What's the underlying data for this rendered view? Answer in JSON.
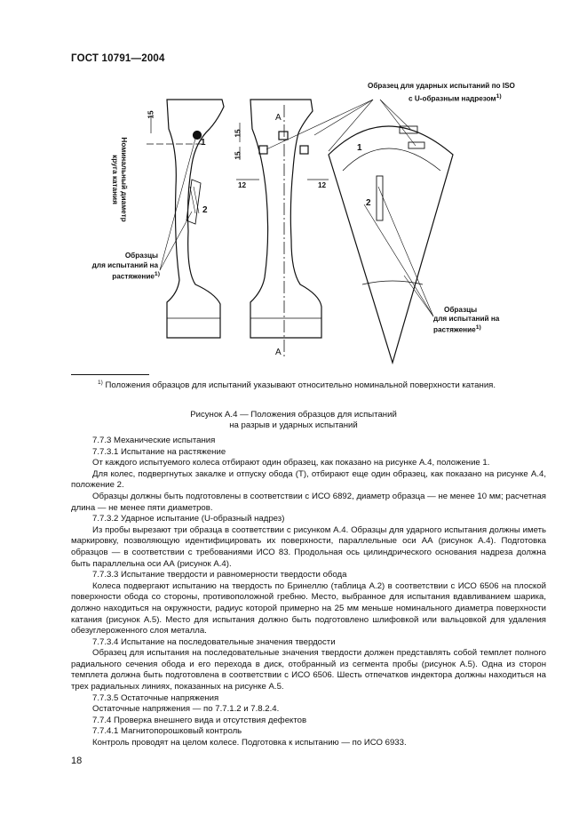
{
  "header": {
    "title": "ГОСТ 10791—2004"
  },
  "figure": {
    "labels": {
      "impact_line1": "Образец для ударных испытаний по ISO",
      "impact_line2": "с U-образным надрезом",
      "impact_sup": "1)",
      "diameter_line1": "Номинальный диаметр",
      "diameter_line2": "круга катания",
      "tension_left_line1": "Образцы",
      "tension_left_line2": "для испытаний на",
      "tension_left_line3": "растяжение",
      "tension_left_sup": "1)",
      "tension_right_line1": "Образцы",
      "tension_right_line2": "для испытаний на",
      "tension_right_line3": "растяжение",
      "tension_right_sup": "1)",
      "dim_15_a": "15",
      "dim_15_b": "15",
      "dim_15_c": "15",
      "dim_12_a": "12",
      "dim_12_b": "12",
      "pos_1_left": "1",
      "pos_2_left": "2",
      "pos_1_right": "1",
      "pos_2_right": "2",
      "section_a_top": "A",
      "section_a_bottom": "A"
    }
  },
  "footnote": {
    "marker": "1)",
    "text": "Положения образцов для испытаний указывают относительно номинальной поверхности катания."
  },
  "caption": {
    "line1": "Рисунок А.4 — Положения образцов для испытаний",
    "line2": "на разрыв и ударных испытаний"
  },
  "body": {
    "paragraphs": [
      "7.7.3 Механические испытания",
      "7.7.3.1 Испытание на растяжение",
      "От каждого испытуемого колеса отбирают один образец, как показано на рисунке А.4, положение 1.",
      "Для колес, подвергнутых закалке и отпуску обода (Т), отбирают еще один образец, как показано на рисунке А.4, положение 2.",
      "Образцы должны быть подготовлены в соответствии с ИСО 6892, диаметр образца — не менее 10 мм; расчетная длина — не менее пяти диаметров.",
      "7.7.3.2 Ударное испытание (U-образный надрез)",
      "Из пробы вырезают три образца в соответствии с рисунком А.4. Образцы для ударного испытания должны иметь маркировку, позволяющую идентифицировать их поверхности, параллельные оси АА (рисунок А.4). Подготовка образцов — в соответствии с требованиями ИСО 83. Продольная ось цилиндрического основания надреза должна быть параллельна оси АА (рисунок А.4).",
      "7.7.3.3 Испытание твердости и равномерности твердости обода",
      "Колеса подвергают испытанию на твердость по Бринеллю (таблица А.2) в соответствии с ИСО 6506 на плоской поверхности обода со стороны, противоположной гребню. Место, выбранное для испытания вдавливанием шарика, должно находиться на окружности, радиус которой примерно на 25 мм меньше номинального диаметра поверхности катания (рисунок А.5). Место для испытания должно быть подготовлено шлифовкой или вальцовкой для удаления обезуглероженного слоя металла.",
      "7.7.3.4 Испытание на последовательные значения твердости",
      "Образец для испытания на последовательные значения твердости должен представлять собой темплет полного радиального сечения обода и его перехода в диск, отобранный из сегмента пробы (рисунок А.5). Одна из сторон темплета должна быть подготовлена в соответствии с ИСО 6506. Шесть отпечатков индектора должны находиться на трех радиальных линиях, показанных на рисунке А.5.",
      "7.7.3.5 Остаточные напряжения",
      "Остаточные напряжения — по 7.7.1.2 и 7.8.2.4.",
      "7.7.4 Проверка внешнего вида и отсутствия дефектов",
      "7.7.4.1 Магнитопорошковый контроль",
      "Контроль проводят на целом колесе. Подготовка к испытанию — по ИСО 6933."
    ]
  },
  "page_number": "18"
}
